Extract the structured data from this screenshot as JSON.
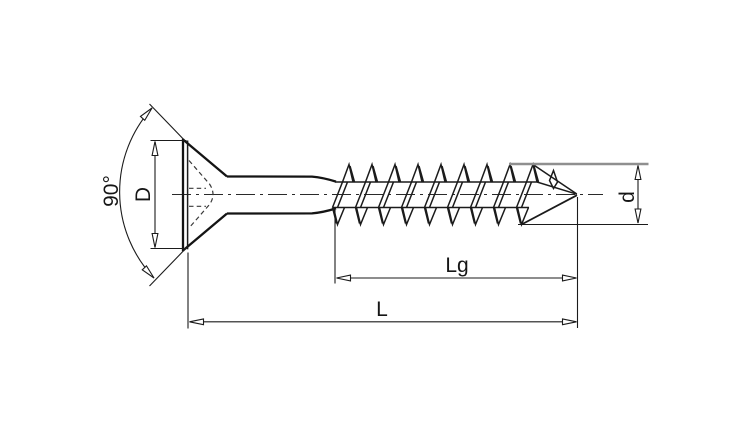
{
  "drawing": {
    "labels": {
      "head_angle": "90°",
      "head_diameter": "D",
      "thread_length": "Lg",
      "total_length": "L",
      "thread_diameter": "d"
    },
    "colors": {
      "line": "#1b1b1b",
      "background": "#ffffff",
      "gray_extension": "#8f8f8f"
    }
  }
}
